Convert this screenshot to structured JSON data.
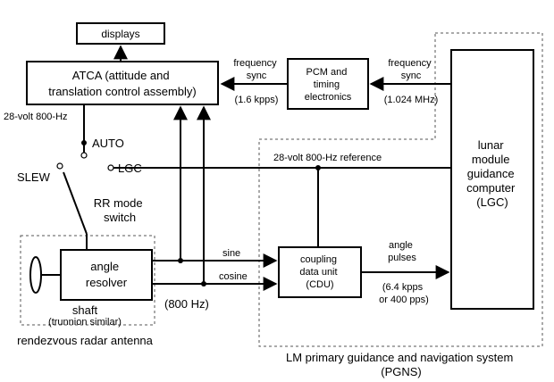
{
  "blocks": {
    "displays": "displays",
    "atca": [
      "ATCA (attitude and",
      "translation control assembly)"
    ],
    "pcm": [
      "PCM and",
      "timing",
      "electronics"
    ],
    "lgc": [
      "lunar",
      "module",
      "guidance",
      "computer",
      "(LGC)"
    ],
    "cdu": [
      "coupling",
      "data unit",
      "(CDU)"
    ],
    "resolver": [
      "angle",
      "resolver"
    ]
  },
  "labels": {
    "freq_sync_left": [
      "frequency",
      "sync"
    ],
    "kpps": "(1.6 kpps)",
    "freq_sync_right": [
      "frequency",
      "sync"
    ],
    "mhz": "(1.024 MHz)",
    "volt_left": "28-volt 800-Hz",
    "auto": "AUTO",
    "slew": "SLEW",
    "lgc_switch": "LGC",
    "rr_mode": [
      "RR mode",
      "switch"
    ],
    "reference": "28-volt 800-Hz reference",
    "sine": "sine",
    "cosine": "cosine",
    "angle_pulses": [
      "angle",
      "pulses"
    ],
    "rates": [
      "(6.4 kpps",
      "or 400 pps)"
    ],
    "hz800": "(800 Hz)",
    "shaft": "shaft",
    "trunnion": "(trunnion similar)",
    "antenna": "rendezvous radar antenna",
    "pgns": [
      "LM primary guidance and navigation system",
      "(PGNS)"
    ]
  }
}
